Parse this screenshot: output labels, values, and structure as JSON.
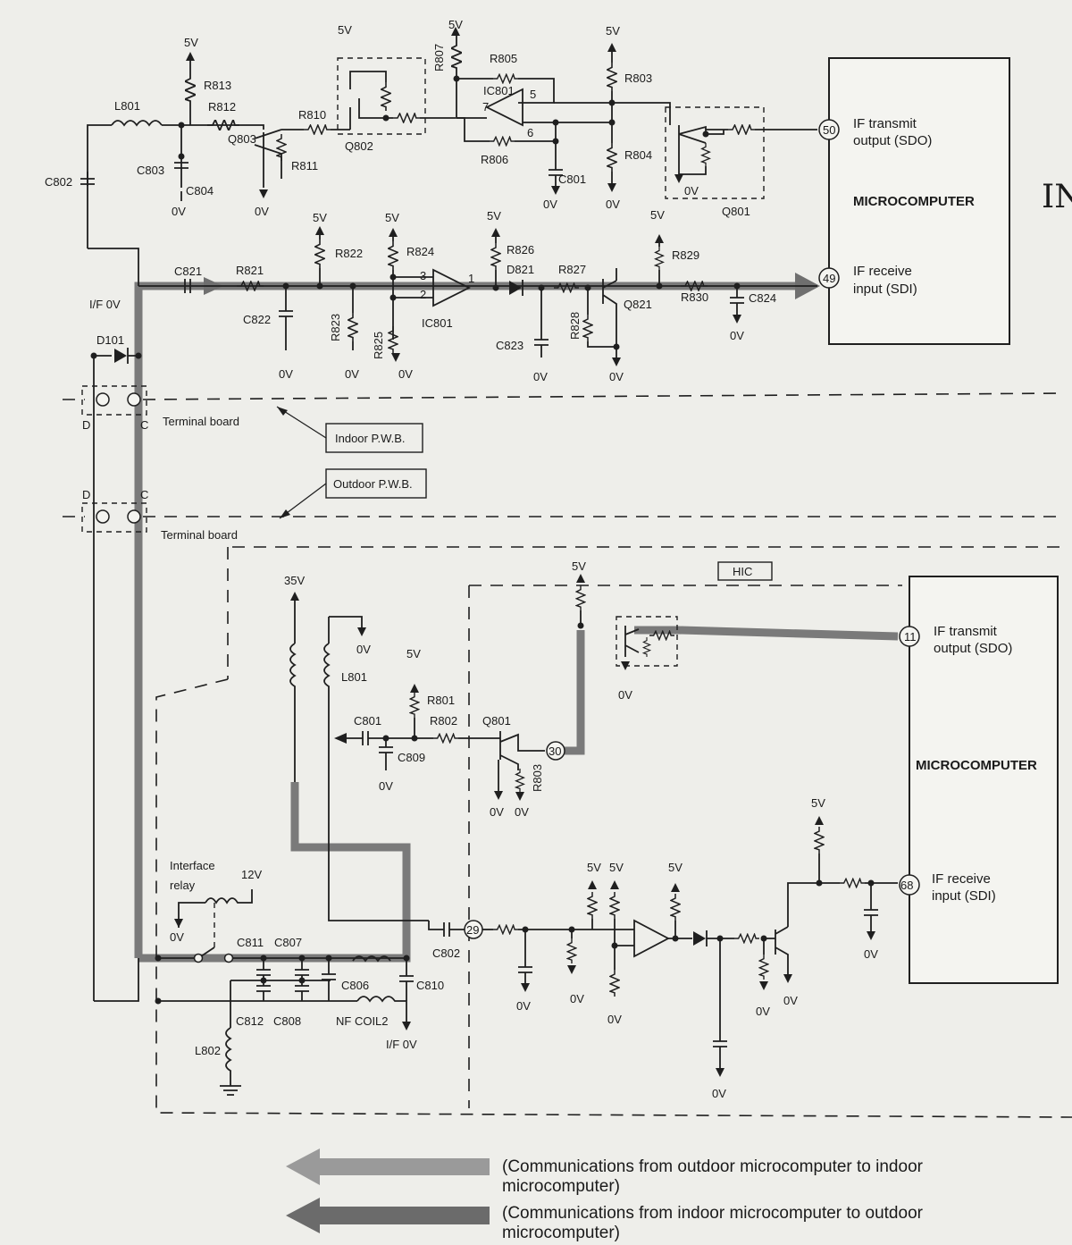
{
  "indoor": {
    "microcomputer": "MICROCOMPUTER",
    "pin50": "50",
    "pin49": "49",
    "if_transmit": [
      "IF transmit",
      "output (SDO)"
    ],
    "if_receive": [
      "IF receive",
      "input (SDI)"
    ],
    "components": {
      "L801": "L801",
      "C802": "C802",
      "C803": "C803",
      "C804": "C804",
      "R813": "R813",
      "R812": "R812",
      "Q803": "Q803",
      "R810": "R810",
      "R811": "R811",
      "Q802": "Q802",
      "R807": "R807",
      "R805": "R805",
      "IC801": "IC801",
      "R806": "R806",
      "C801": "C801",
      "R803": "R803",
      "R804": "R804",
      "Q801": "Q801",
      "C821": "C821",
      "R821": "R821",
      "C822": "C822",
      "R822": "R822",
      "R823": "R823",
      "R824": "R824",
      "R825": "R825",
      "IC801b": "IC801",
      "R826": "R826",
      "D821": "D821",
      "R827": "R827",
      "R828": "R828",
      "C823": "C823",
      "Q821": "Q821",
      "R829": "R829",
      "R830": "R830",
      "C824": "C824",
      "D101": "D101",
      "IF0V": "I/F 0V"
    },
    "ic_pins": {
      "p5": "5",
      "p7": "7",
      "p6": "6",
      "p3": "3",
      "p2": "2",
      "p1": "1"
    }
  },
  "outdoor": {
    "microcomputer": "MICROCOMPUTER",
    "hic": "HIC",
    "pin11": "11",
    "pin68": "68",
    "pin30": "30",
    "pin29": "29",
    "if_transmit": [
      "IF transmit",
      "output (SDO)"
    ],
    "if_receive": [
      "IF receive",
      "input (SDI)"
    ],
    "components": {
      "L801": "L801",
      "C801": "C801",
      "C809": "C809",
      "R801": "R801",
      "R802": "R802",
      "Q801": "Q801",
      "R803": "R803",
      "C802": "C802",
      "C811": "C811",
      "C807": "C807",
      "C806": "C806",
      "C810": "C810",
      "C812": "C812",
      "C808": "C808",
      "L802": "L802",
      "NFCOIL": "NF COIL2",
      "IF0V": "I/F 0V",
      "relay1": "Interface",
      "relay2": "relay"
    }
  },
  "voltages": {
    "v5": "5V",
    "v0": "0V",
    "v35": "35V",
    "v12": "12V"
  },
  "board": {
    "terminal_board": "Terminal board",
    "indoor_pwb": "Indoor P.W.B.",
    "outdoor_pwb": "Outdoor P.W.B.",
    "term_d": "D",
    "term_c": "C"
  },
  "legend": [
    {
      "text": [
        "(Communications from outdoor microcomputer to indoor",
        "microcomputer)"
      ],
      "color": "#8a8a8a"
    },
    {
      "text": [
        "(Communications from indoor microcomputer to outdoor",
        "microcomputer)"
      ],
      "color": "#6b6b6b"
    }
  ],
  "margin_note": "IN"
}
